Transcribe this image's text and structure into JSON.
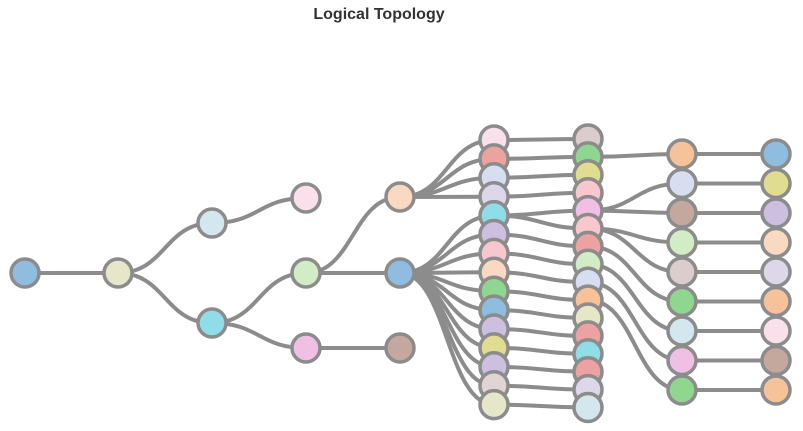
{
  "diagram": {
    "title": "Logical Topology",
    "stroke_color": "#8c8c8c",
    "nodes": [
      {
        "id": "n1",
        "color": "#8fbde0"
      },
      {
        "id": "n2",
        "color": "#e6e6c8"
      },
      {
        "id": "n3",
        "color": "#d3e8ee"
      },
      {
        "id": "n4",
        "color": "#8fdde6"
      },
      {
        "id": "n5",
        "color": "#f9e0ea"
      },
      {
        "id": "n6",
        "color": "#d2ecc6"
      },
      {
        "id": "n7",
        "color": "#efbfe4"
      },
      {
        "id": "n8",
        "color": "#fad9c2"
      },
      {
        "id": "n9",
        "color": "#8fbde0"
      },
      {
        "id": "n10",
        "color": "#c4a89e"
      },
      {
        "id": "a1",
        "color": "#f9e0ea"
      },
      {
        "id": "a2",
        "color": "#eda2a2"
      },
      {
        "id": "a3",
        "color": "#d6def0"
      },
      {
        "id": "a4",
        "color": "#ddd7ea"
      },
      {
        "id": "a5",
        "color": "#8fdde6"
      },
      {
        "id": "a6",
        "color": "#cdbfe0"
      },
      {
        "id": "a7",
        "color": "#f7c7cd"
      },
      {
        "id": "a8",
        "color": "#fad9c2"
      },
      {
        "id": "a9",
        "color": "#8fd68f"
      },
      {
        "id": "a10",
        "color": "#8fbde0"
      },
      {
        "id": "a11",
        "color": "#cdbfe0"
      },
      {
        "id": "a12",
        "color": "#e0dc90"
      },
      {
        "id": "a13",
        "color": "#cdbfe0"
      },
      {
        "id": "a14",
        "color": "#e0d5d5"
      },
      {
        "id": "a15",
        "color": "#e6e6c8"
      },
      {
        "id": "b1",
        "color": "#dccdcd"
      },
      {
        "id": "b2",
        "color": "#8fd68f"
      },
      {
        "id": "b3",
        "color": "#e0dc90"
      },
      {
        "id": "b4",
        "color": "#f7c7cd"
      },
      {
        "id": "b5",
        "color": "#efbfe4"
      },
      {
        "id": "b6",
        "color": "#f7c7cd"
      },
      {
        "id": "b7",
        "color": "#eda2a2"
      },
      {
        "id": "b8",
        "color": "#d2ecc6"
      },
      {
        "id": "b9",
        "color": "#d6def0"
      },
      {
        "id": "b10",
        "color": "#f6c29a"
      },
      {
        "id": "b11",
        "color": "#e6e6c8"
      },
      {
        "id": "b12",
        "color": "#eda2a2"
      },
      {
        "id": "b13",
        "color": "#8fdde6"
      },
      {
        "id": "b14",
        "color": "#eda2a2"
      },
      {
        "id": "b15",
        "color": "#ddd7ea"
      },
      {
        "id": "b16",
        "color": "#d3e8ee"
      },
      {
        "id": "c1",
        "color": "#f6c29a"
      },
      {
        "id": "c2",
        "color": "#d6def0"
      },
      {
        "id": "c3",
        "color": "#c4a89e"
      },
      {
        "id": "c4",
        "color": "#d2ecc6"
      },
      {
        "id": "c5",
        "color": "#dccdcd"
      },
      {
        "id": "c6",
        "color": "#8fd68f"
      },
      {
        "id": "c7",
        "color": "#d3e8ee"
      },
      {
        "id": "c8",
        "color": "#efbfe4"
      },
      {
        "id": "c9",
        "color": "#8fd68f"
      },
      {
        "id": "d1",
        "color": "#8fbde0"
      },
      {
        "id": "d2",
        "color": "#e0dc90"
      },
      {
        "id": "d3",
        "color": "#cdbfe0"
      },
      {
        "id": "d4",
        "color": "#fad9c2"
      },
      {
        "id": "d5",
        "color": "#ddd7ea"
      },
      {
        "id": "d6",
        "color": "#f6c29a"
      },
      {
        "id": "d7",
        "color": "#f9e0ea"
      },
      {
        "id": "d8",
        "color": "#c4a89e"
      },
      {
        "id": "d9",
        "color": "#f6c29a"
      }
    ],
    "links": [
      [
        "n1",
        "n2"
      ],
      [
        "n2",
        "n3"
      ],
      [
        "n2",
        "n4"
      ],
      [
        "n3",
        "n5"
      ],
      [
        "n4",
        "n6"
      ],
      [
        "n4",
        "n7"
      ],
      [
        "n6",
        "n8"
      ],
      [
        "n6",
        "n9"
      ],
      [
        "n7",
        "n10"
      ],
      [
        "n8",
        "a1"
      ],
      [
        "n8",
        "a2"
      ],
      [
        "n8",
        "a3"
      ],
      [
        "n8",
        "a4"
      ],
      [
        "n9",
        "a5"
      ],
      [
        "n9",
        "a6"
      ],
      [
        "n9",
        "a7"
      ],
      [
        "n9",
        "a8"
      ],
      [
        "n9",
        "a9"
      ],
      [
        "n9",
        "a10"
      ],
      [
        "n9",
        "a11"
      ],
      [
        "n9",
        "a12"
      ],
      [
        "n9",
        "a13"
      ],
      [
        "n9",
        "a14"
      ],
      [
        "n9",
        "a15"
      ],
      [
        "a1",
        "b1"
      ],
      [
        "a2",
        "b2"
      ],
      [
        "a3",
        "b3"
      ],
      [
        "a4",
        "b4"
      ],
      [
        "a5",
        "b5"
      ],
      [
        "a5",
        "b6"
      ],
      [
        "a6",
        "b7"
      ],
      [
        "a7",
        "b8"
      ],
      [
        "a8",
        "b9"
      ],
      [
        "a9",
        "b10"
      ],
      [
        "a10",
        "b11"
      ],
      [
        "a11",
        "b12"
      ],
      [
        "a12",
        "b13"
      ],
      [
        "a13",
        "b14"
      ],
      [
        "a14",
        "b15"
      ],
      [
        "a15",
        "b16"
      ],
      [
        "b2",
        "c1"
      ],
      [
        "b5",
        "c2"
      ],
      [
        "b5",
        "c3"
      ],
      [
        "b6",
        "c4"
      ],
      [
        "b6",
        "c5"
      ],
      [
        "b7",
        "c6"
      ],
      [
        "b8",
        "c7"
      ],
      [
        "b9",
        "c8"
      ],
      [
        "b10",
        "c9"
      ],
      [
        "c1",
        "d1"
      ],
      [
        "c2",
        "d2"
      ],
      [
        "c3",
        "d3"
      ],
      [
        "c4",
        "d4"
      ],
      [
        "c5",
        "d5"
      ],
      [
        "c6",
        "d6"
      ],
      [
        "c7",
        "d7"
      ],
      [
        "c8",
        "d8"
      ],
      [
        "c9",
        "d9"
      ]
    ]
  }
}
